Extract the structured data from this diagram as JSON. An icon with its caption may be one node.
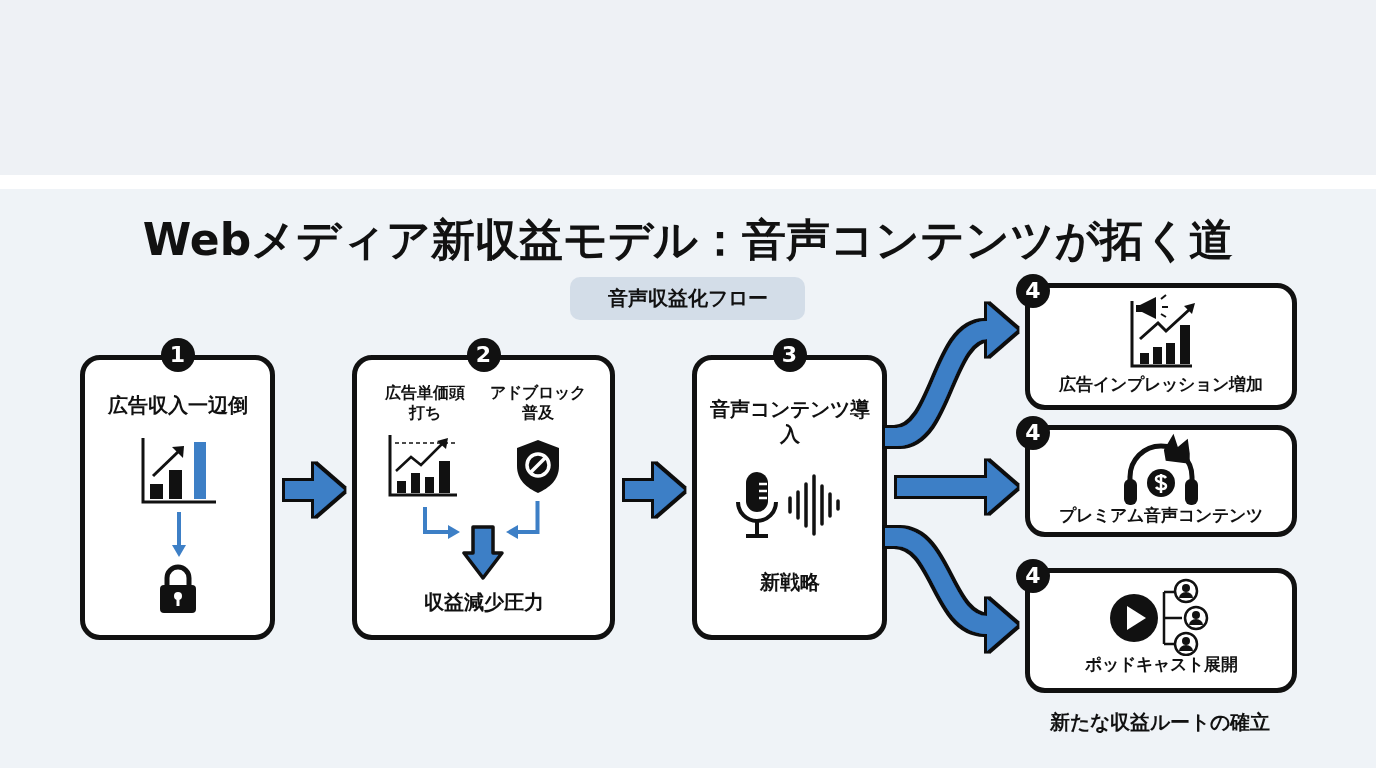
{
  "diagram": {
    "title": "Webメディア新収益モデル：音声コンテンツが拓く道",
    "nodes": [
      {
        "text": [
          "1",
          "広告収入一辺倒"
        ]
      },
      {
        "text": [],
        "shape": "chart",
        "in": 0
      },
      {
        "text": [],
        "shape": "lock",
        "in": 0
      },
      {
        "text": [
          "2"
        ]
      },
      {
        "text": [
          "広告単価頭打ち"
        ],
        "in": 3
      },
      {
        "text": [
          "アドブロック普及"
        ],
        "in": 3
      },
      {
        "text": [],
        "shape": "arrow",
        "in": 3
      },
      {
        "text": [
          "収益減少圧力"
        ],
        "in": 3
      },
      {
        "text": [
          "3",
          "音声コンテンツ導入",
          "新戦略"
        ]
      },
      {
        "text": [
          "4",
          "広告インプレッション増加"
        ]
      },
      {
        "text": [
          "4",
          "プレミアム音声コンテンツ"
        ]
      },
      {
        "text": [
          "4",
          "ポッドキャスト展開"
        ]
      }
    ],
    "edges": [
      {
        "from": 1,
        "to": 2,
        "arrow": "to"
      },
      {
        "from": 4,
        "to": 6,
        "arrow": "to"
      },
      {
        "from": 5,
        "to": 6,
        "arrow": "to"
      },
      {
        "from": 0,
        "to": 3,
        "arrow": "to"
      },
      {
        "from": 3,
        "to": 8,
        "arrow": "to"
      },
      {
        "from": 8,
        "to": 9,
        "arrow": "to"
      },
      {
        "from": 8,
        "to": 10,
        "arrow": "to"
      },
      {
        "from": 8,
        "to": 11,
        "arrow": "to"
      }
    ],
    "labels": [
      "音声収益化フロー",
      "新たな収益ルートの確立"
    ]
  }
}
